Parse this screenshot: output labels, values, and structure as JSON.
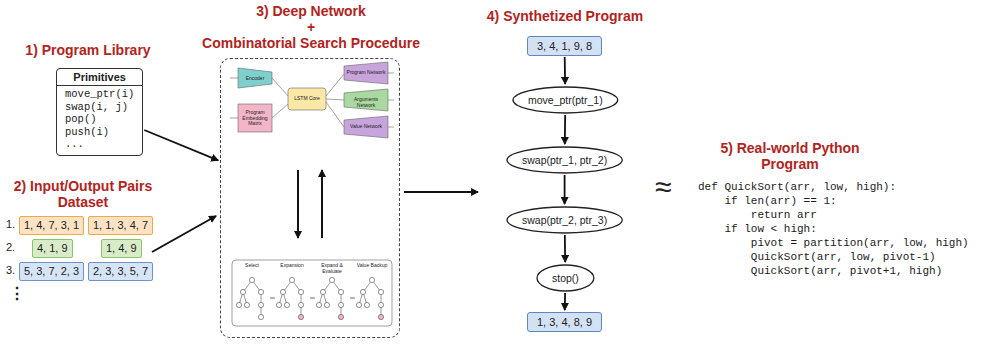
{
  "diagram": {
    "nodes": [
      {
        "text": [
          "Primitives",
          "move_ptr(i)",
          "swap(i, j)",
          "pop()",
          "push(i)",
          "..."
        ]
      },
      {
        "text": [
          "1, 4, 7, 3, 1"
        ]
      },
      {
        "text": [
          "1, 1, 3, 4, 7"
        ]
      },
      {
        "text": [
          "4, 1, 9"
        ]
      },
      {
        "text": [
          "1, 4, 9"
        ]
      },
      {
        "text": [
          "5, 3, 7, 2, 3"
        ]
      },
      {
        "text": [
          "2, 3, 3, 5, 7"
        ]
      },
      {
        "text": [
          "3) Deep Network",
          "+",
          "Combinatorial Search Procedure"
        ]
      },
      {
        "text": [
          "3, 4, 1, 9, 8"
        ]
      },
      {
        "text": [
          "move_ptr(ptr_1)"
        ]
      },
      {
        "text": [
          "swap(ptr_1, ptr_2)"
        ]
      },
      {
        "text": [
          "swap(ptr_2, ptr_3)"
        ]
      },
      {
        "text": [
          "stop()"
        ]
      },
      {
        "text": [
          "1, 3, 4, 8, 9"
        ]
      }
    ],
    "edges": [
      {
        "from": 0,
        "to": 7,
        "arrow": "to"
      },
      {
        "from": 8,
        "to": 9,
        "arrow": "to"
      },
      {
        "from": 9,
        "to": 10,
        "arrow": "to"
      },
      {
        "from": 10,
        "to": 11,
        "arrow": "to"
      },
      {
        "from": 11,
        "to": 12,
        "arrow": "to"
      },
      {
        "from": 12,
        "to": 13,
        "arrow": "to"
      }
    ],
    "labels": [
      "1) Program Library",
      "2) Input/Output Pairs Dataset",
      "1.",
      "2.",
      "3.",
      "⋮",
      "Encoder",
      "Program Embedding Matrix",
      "LSTM Core",
      "Program Network",
      "Arguments Network",
      "Value Network",
      "Select",
      "Expansion",
      "Expand & Evaluate",
      "Value Backup",
      "4) Synthetized Program",
      "≈",
      "5) Real-world Python Program",
      "def QuickSort(arr, low, high):",
      "    if len(arr) == 1:",
      "        return arr",
      "    if low < high:",
      "        pivot = partition(arr, low, high)",
      "        QuickSort(arr, low, pivot-1)",
      "        QuickSort(arr, pivot+1, high)"
    ]
  }
}
